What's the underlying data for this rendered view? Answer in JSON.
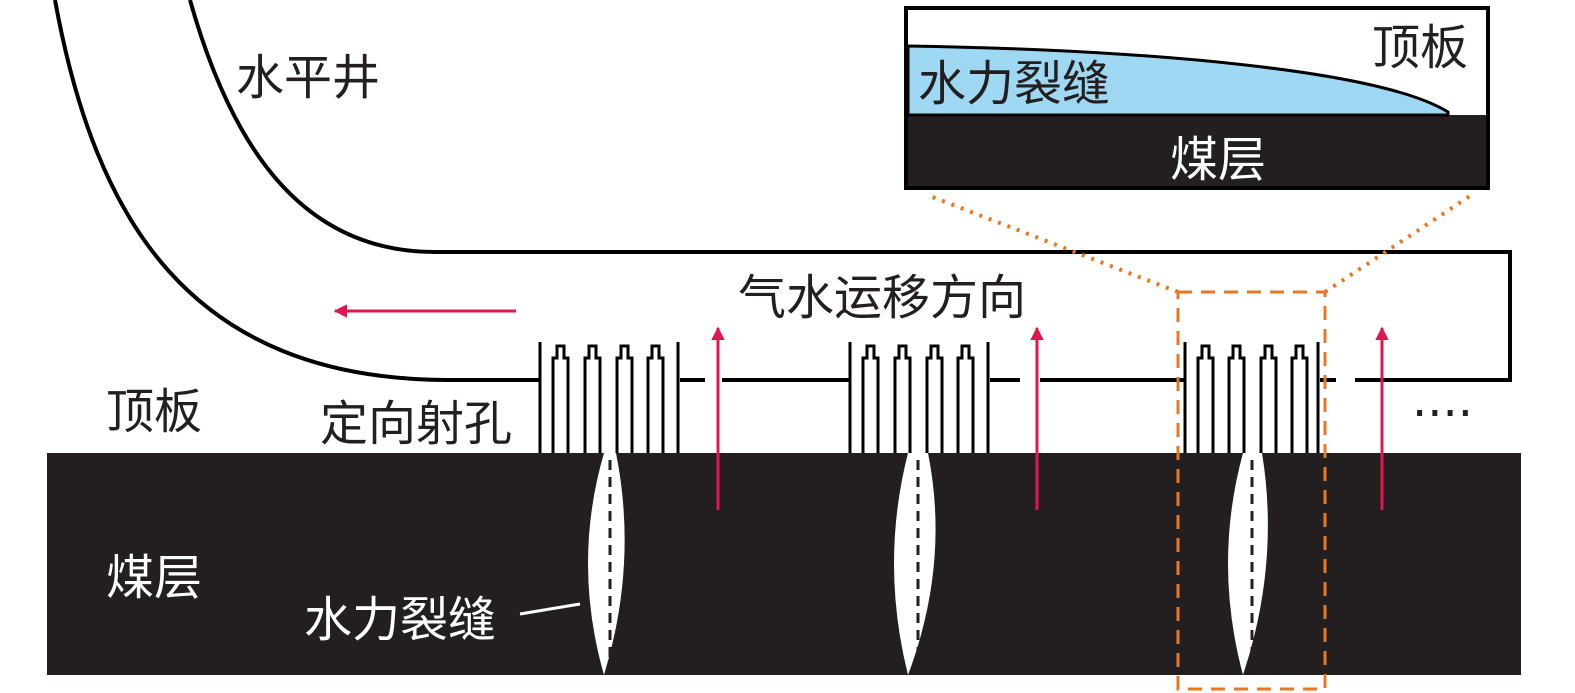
{
  "labels": {
    "horizontal_well": "水平井",
    "roof": "顶板",
    "coal_seam": "煤层",
    "directional_perforation": "定向射孔",
    "hydraulic_fracture": "水力裂缝",
    "gas_water_migration": "气水运移方向",
    "continuation": "····"
  },
  "inset": {
    "roof": "顶板",
    "hydraulic_fracture": "水力裂缝",
    "coal_seam": "煤层"
  },
  "colors": {
    "coal": "#231f20",
    "line": "#000000",
    "arrow": "#e0174f",
    "highlight": "#e87722",
    "fracture_fill": "#9fd8f3",
    "background": "#ffffff"
  },
  "icons": {
    "flow_arrow": "red-arrow-icon",
    "perforation": "perforation-tool-icon"
  }
}
